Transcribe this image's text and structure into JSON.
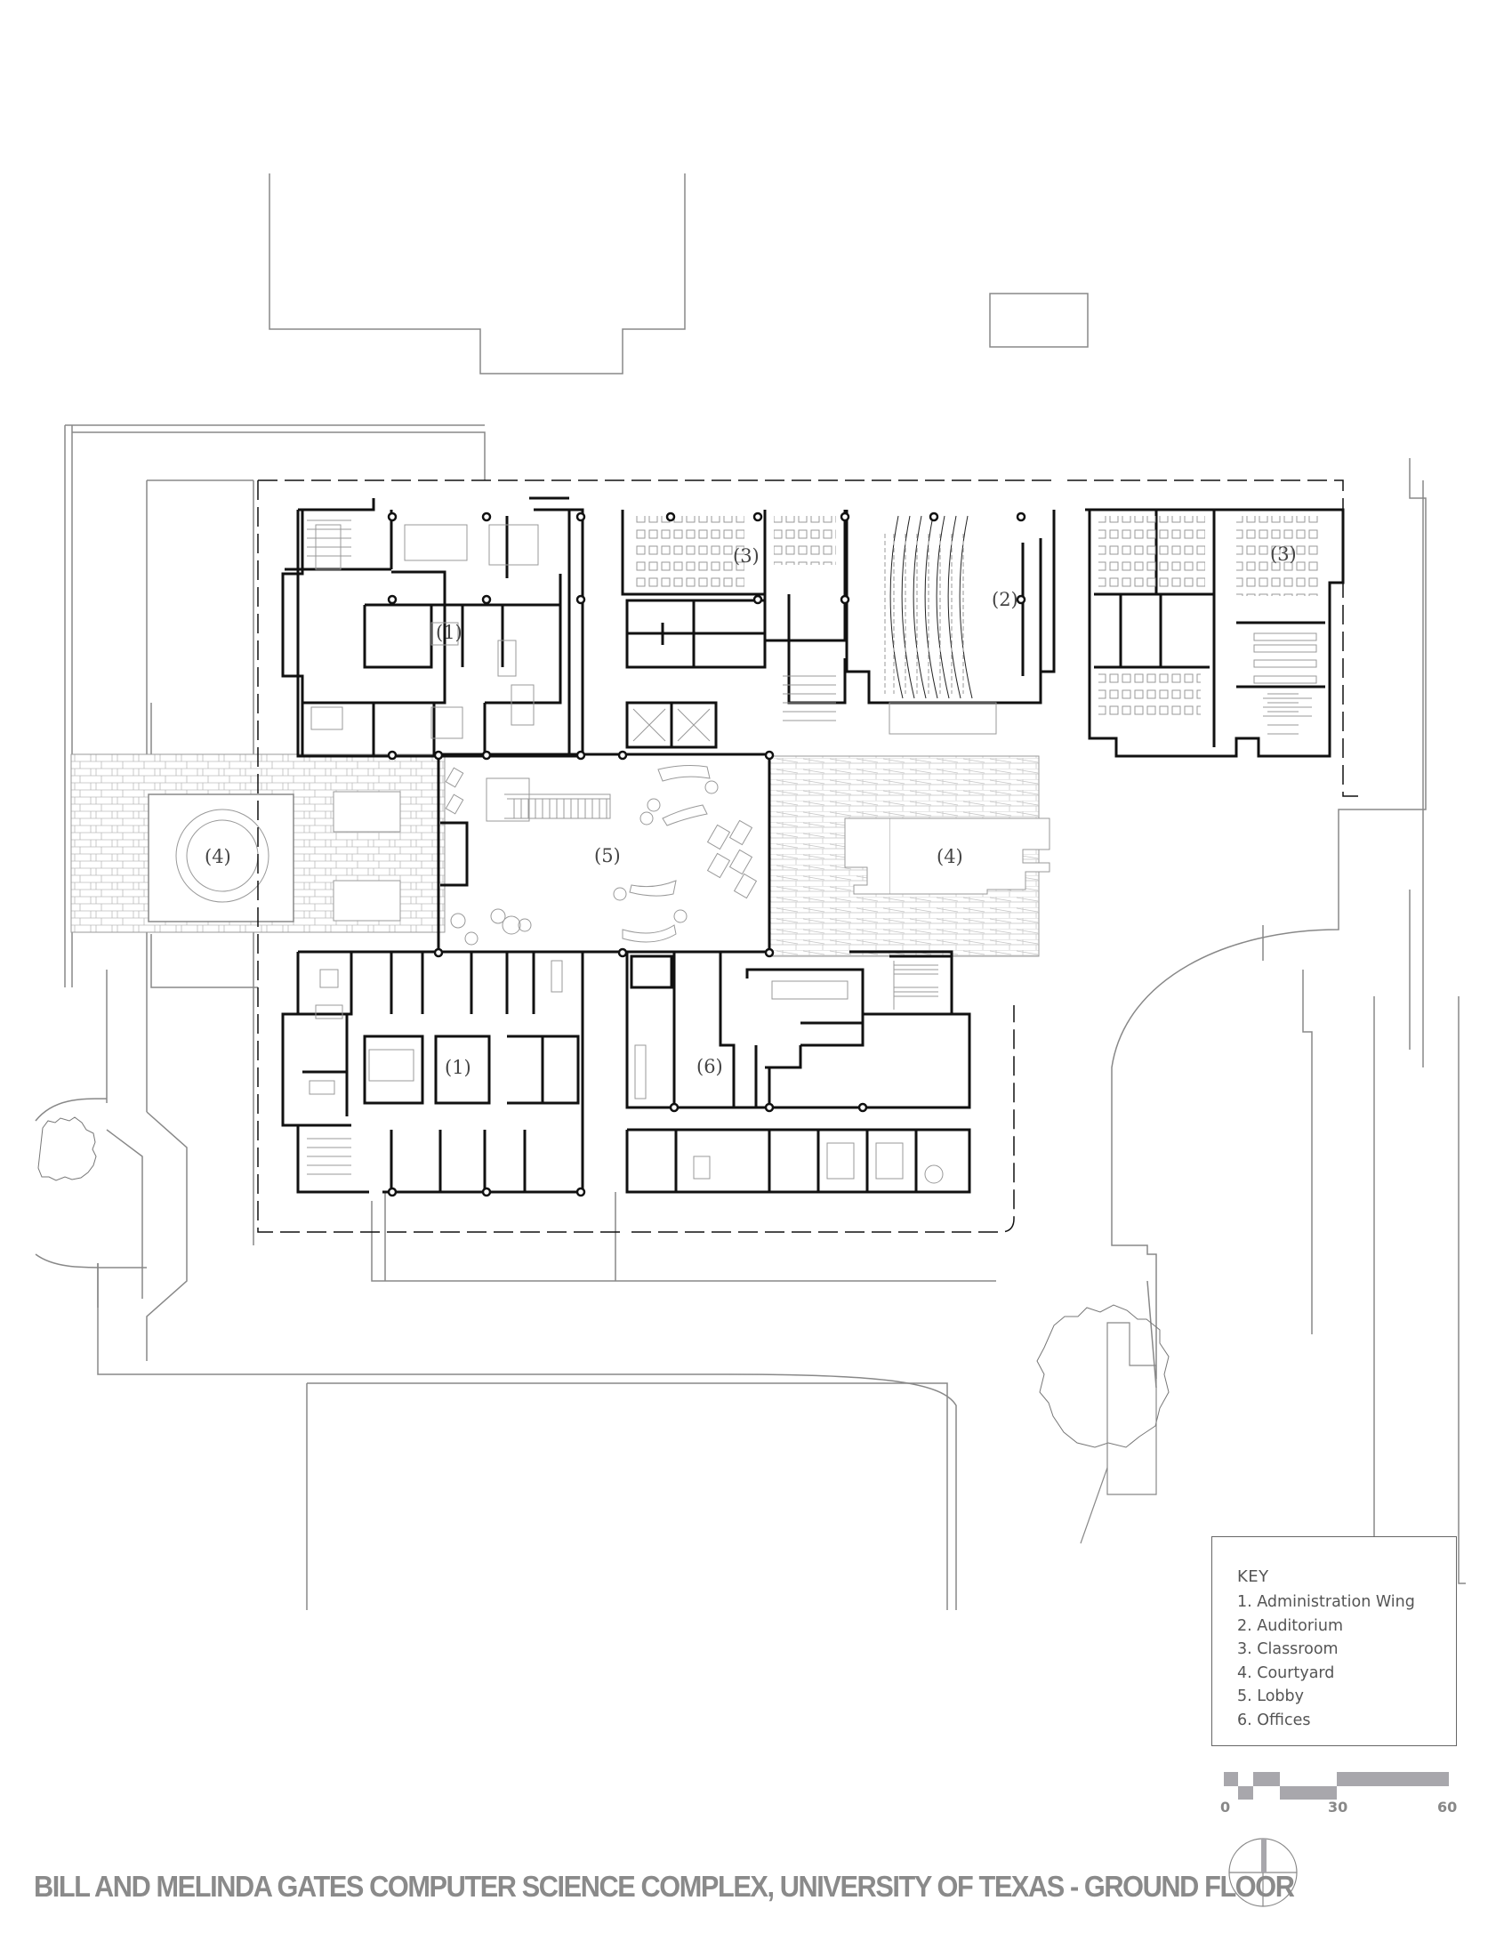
{
  "drawing": {
    "title": "BILL AND MELINDA GATES COMPUTER SCIENCE COMPLEX, UNIVERSITY OF TEXAS  - GROUND FLOOR",
    "floor": "Ground Floor"
  },
  "key": {
    "heading": "KEY",
    "items": [
      {
        "num": "1",
        "label": "1. Administration Wing"
      },
      {
        "num": "2",
        "label": "2. Auditorium"
      },
      {
        "num": "3",
        "label": "3. Classroom"
      },
      {
        "num": "4",
        "label": "4. Courtyard"
      },
      {
        "num": "5",
        "label": "5. Lobby"
      },
      {
        "num": "6",
        "label": "6. Offices"
      }
    ]
  },
  "room_labels": {
    "admin_north": "(1)",
    "admin_south": "(1)",
    "auditorium": "(2)",
    "classroom_center": "(3)",
    "classroom_east": "(3)",
    "courtyard_west": "(4)",
    "courtyard_east": "(4)",
    "lobby": "(5)",
    "offices": "(6)"
  },
  "scale_bar": {
    "ticks": [
      "0",
      "30",
      "60"
    ],
    "color": "#a8a7ac"
  },
  "north_arrow": {
    "icon": "north-arrow-icon"
  },
  "colors": {
    "wall": "#111111",
    "site_line": "#888888",
    "furniture": "#8a8a8a",
    "text_gray": "#8a8a8a"
  }
}
